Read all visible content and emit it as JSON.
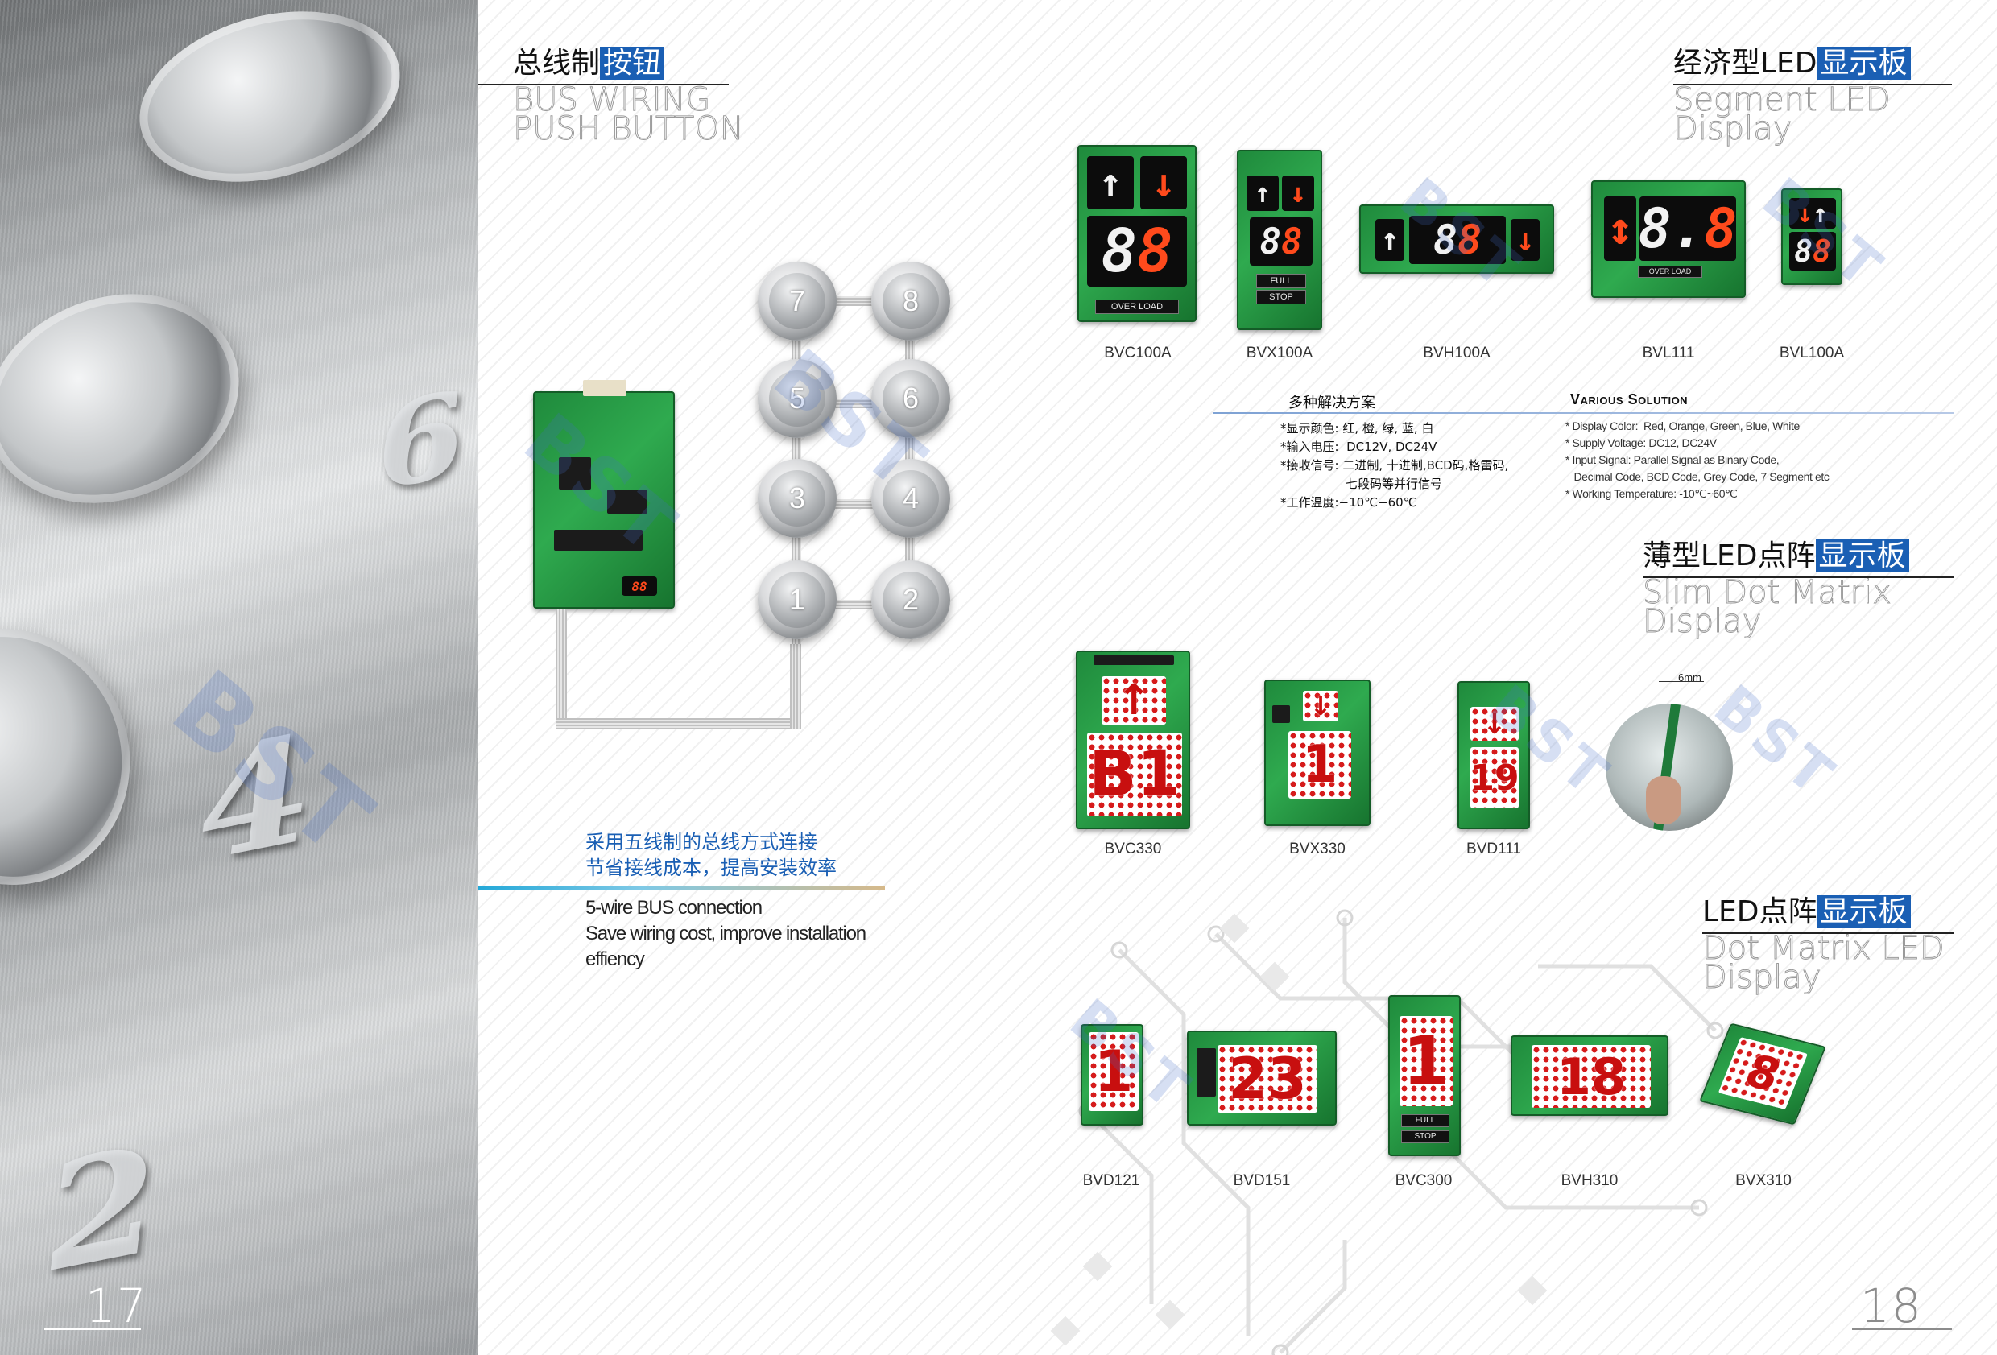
{
  "left_page": {
    "page_number": "17",
    "photo_digits": [
      "6",
      "4",
      "2"
    ],
    "watermark": "BST",
    "title_cn_plain": "总线制",
    "title_cn_highlight": "按钮",
    "title_en_line1": "BUS WIRING",
    "title_en_line2": "PUSH BUTTON",
    "push_buttons": [
      "7",
      "8",
      "5",
      "6",
      "3",
      "4",
      "1",
      "2"
    ],
    "feature_cn": "采用五线制的总线方式连接\n节省接线成本，提高安装效率",
    "feature_en": "5-wire BUS connection\nSave wiring cost, improve installation\neffiency"
  },
  "right_page": {
    "page_number": "18",
    "segment_section": {
      "title_cn_plain": "经济型LED",
      "title_cn_highlight": "显示板",
      "title_en_line1": "Segment LED",
      "title_en_line2": "Display",
      "models": [
        "BVC100A",
        "BVX100A",
        "BVH100A",
        "BVL111",
        "BVL100A"
      ],
      "digits": "8.8",
      "over_load": "OVER LOAD",
      "full": "FULL",
      "stop": "STOP"
    },
    "solution": {
      "title_cn": "多种解决方案",
      "title_en": "Various Solution",
      "cn_lines": "*显示颜色: 红, 橙, 绿, 蓝, 白\n*输入电压:  DC12V, DC24V\n*接收信号: 二进制, 十进制,BCD码,格雷码,\n                 七段码等并行信号\n*工作温度:−10℃−60℃",
      "en_lines": "* Display Color:  Red, Orange, Green, Blue, White\n* Supply Voltage: DC12, DC24V\n* Input Signal: Parallel Signal as Binary Code,\n   Decimal Code, BCD Code, Grey Code, 7 Segment etc\n* Working Temperature: -10℃~60℃"
    },
    "slim_section": {
      "title_cn_plain": "薄型LED点阵",
      "title_cn_highlight": "显示板",
      "title_en_line1": "Slim Dot Matrix",
      "title_en_line2": "Display",
      "models": [
        "BVC330",
        "BVX330",
        "BVD111"
      ],
      "displays": [
        "B1",
        "1",
        "19"
      ],
      "thickness": "6mm"
    },
    "dot_section": {
      "title_cn_plain": "LED点阵",
      "title_cn_highlight": "显示板",
      "title_en_line1": "Dot Matrix LED",
      "title_en_line2": "Display",
      "models": [
        "BVD121",
        "BVD151",
        "BVC300",
        "BVH310",
        "BVX310"
      ],
      "displays": [
        "1",
        "23",
        "1",
        "18",
        "8"
      ],
      "full": "FULL",
      "stop": "STOP"
    }
  },
  "colors": {
    "highlight_blue": "#1a5fb4",
    "pcb_green": "#2faa4f",
    "led_red": "#ff4a1c"
  }
}
